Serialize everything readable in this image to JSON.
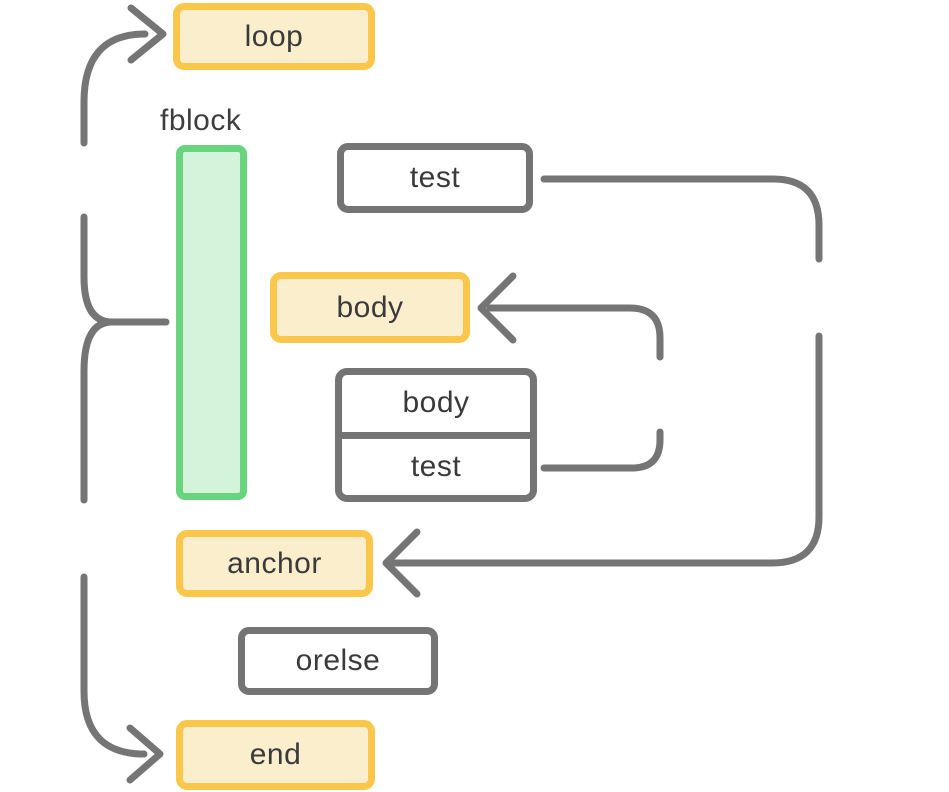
{
  "diagram": {
    "colors": {
      "background": "#ffffff",
      "arrow": "#757575",
      "yellow_border": "#fbc74b",
      "yellow_fill": "#faeecd",
      "green_border": "#68d47e",
      "green_fill": "#d3f4da",
      "gray_border": "#747474",
      "white_fill": "#ffffff",
      "text": "#3a3a3a",
      "label_text": "#3e3e3e"
    },
    "nodes": {
      "loop": {
        "label": "loop"
      },
      "fblock": {
        "label": "fblock"
      },
      "test_top": {
        "label": "test"
      },
      "body_main": {
        "label": "body"
      },
      "body_inner": {
        "label": "body"
      },
      "test_inner": {
        "label": "test"
      },
      "anchor": {
        "label": "anchor"
      },
      "orelse": {
        "label": "orelse"
      },
      "end": {
        "label": "end"
      }
    },
    "edges": [
      {
        "id": "left-rail-into-loop",
        "target": "loop",
        "has_arrowhead": true
      },
      {
        "id": "left-rail-fblock-junction",
        "target": "fblock",
        "has_arrowhead": false
      },
      {
        "id": "left-rail-into-end",
        "target": "end",
        "has_arrowhead": true
      },
      {
        "id": "test-right-down-into-anchor",
        "source": "test",
        "target": "anchor",
        "has_arrowhead": true
      },
      {
        "id": "inner-test-up-into-body",
        "source": "test (stack)",
        "target": "body",
        "has_arrowhead": true
      }
    ]
  }
}
